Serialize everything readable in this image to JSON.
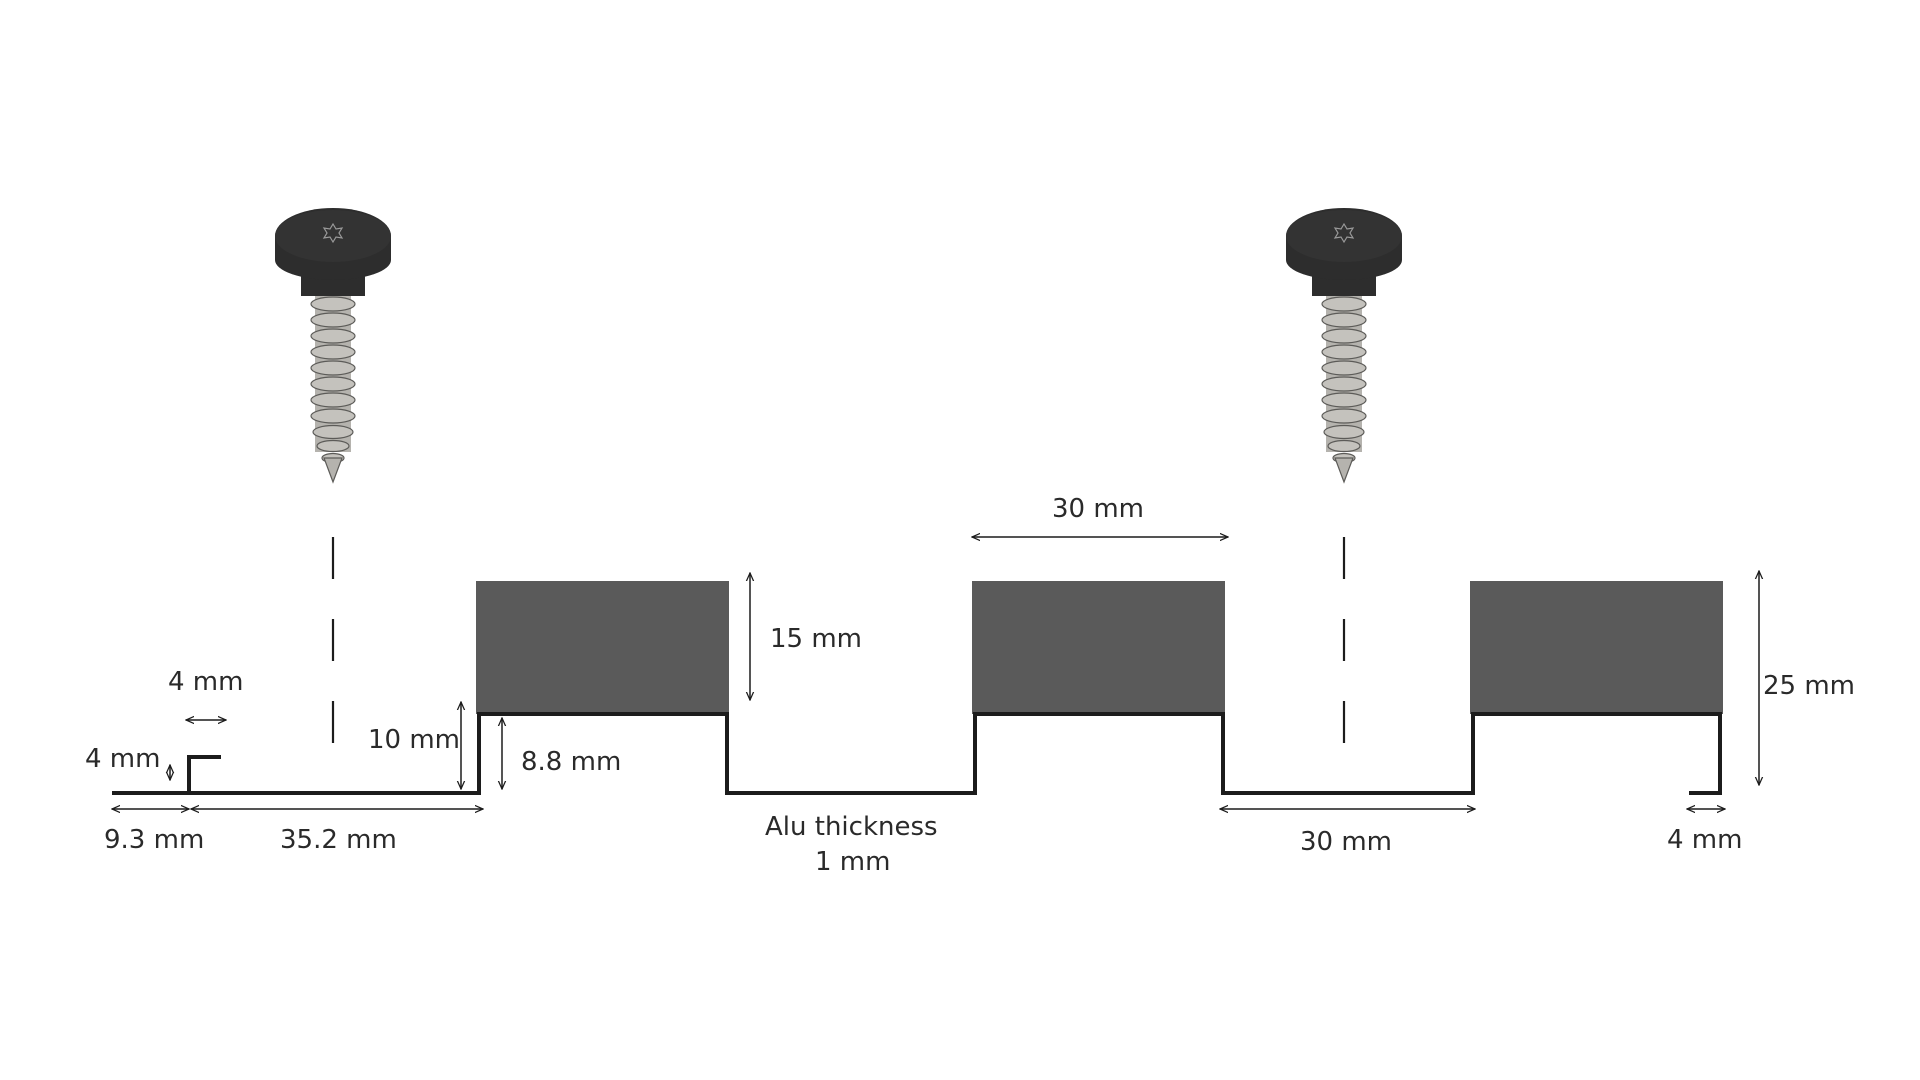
{
  "colors": {
    "block": "#5a5a5a",
    "line": "#1c1c1c",
    "screw_head": "#2d2d2d",
    "screw_thread": "#b5b3ae"
  },
  "labels": {
    "lip_height": "4 mm",
    "lip_width": "4 mm",
    "edge_length": "9.3 mm",
    "first_span": "35.2 mm",
    "rib_outer_height": "10 mm",
    "rib_inner_height": "8.8 mm",
    "block_height": "15 mm",
    "block_width": "30 mm",
    "alu_thickness_line1": "Alu thickness",
    "alu_thickness_line2": "1 mm",
    "gap_width": "30 mm",
    "total_height": "25 mm",
    "end_flange": "4 mm"
  },
  "icons": [
    "screw-icon",
    "screw-icon"
  ]
}
